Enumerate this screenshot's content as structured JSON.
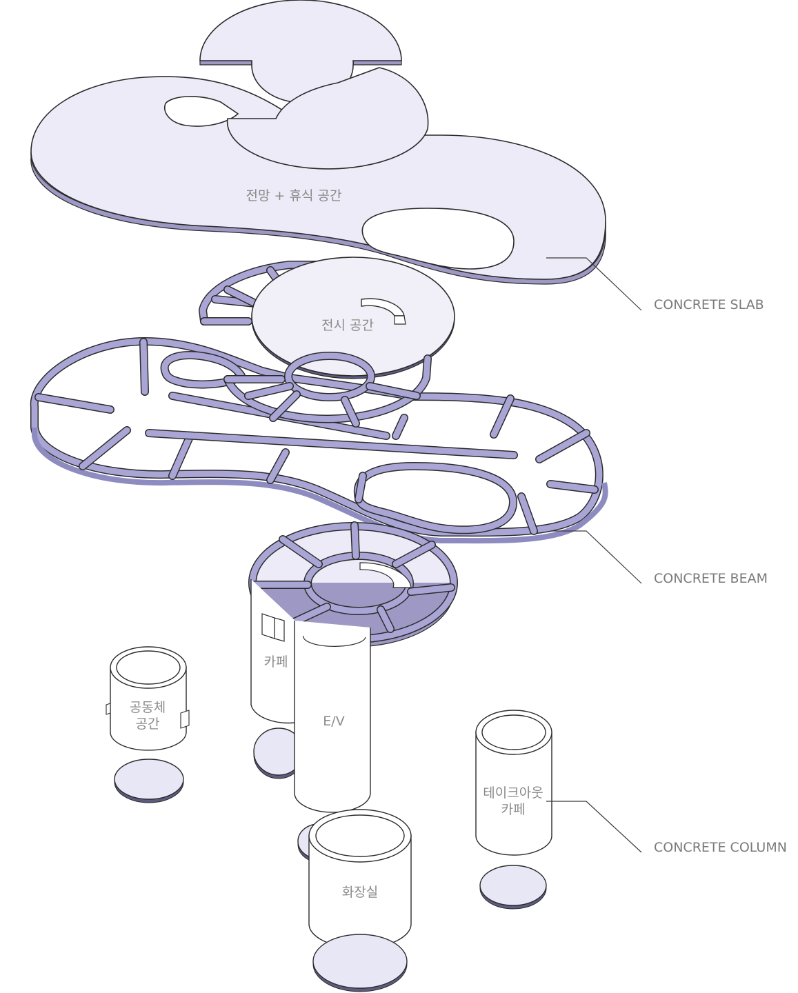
{
  "labels": {
    "concrete_slab": "CONCRETE SLAB",
    "concrete_beam": "CONCRETE BEAM",
    "concrete_column": "CONCRETE COLUMN"
  },
  "spaces": {
    "view_rest": "전망 + 휴식 공간",
    "exhibition": "전시 공간",
    "cafe": "카페",
    "community_line1": "공동체",
    "community_line2": "공간",
    "elevator": "E/V",
    "takeout_line1": "테이크아웃",
    "takeout_line2": "카페",
    "restroom": "화장실"
  },
  "colors": {
    "slab_fill": "#ecebf7",
    "beam_fill": "#a9a6d6",
    "outline": "#2b2b2b",
    "label_text": "#7a7a7a"
  }
}
